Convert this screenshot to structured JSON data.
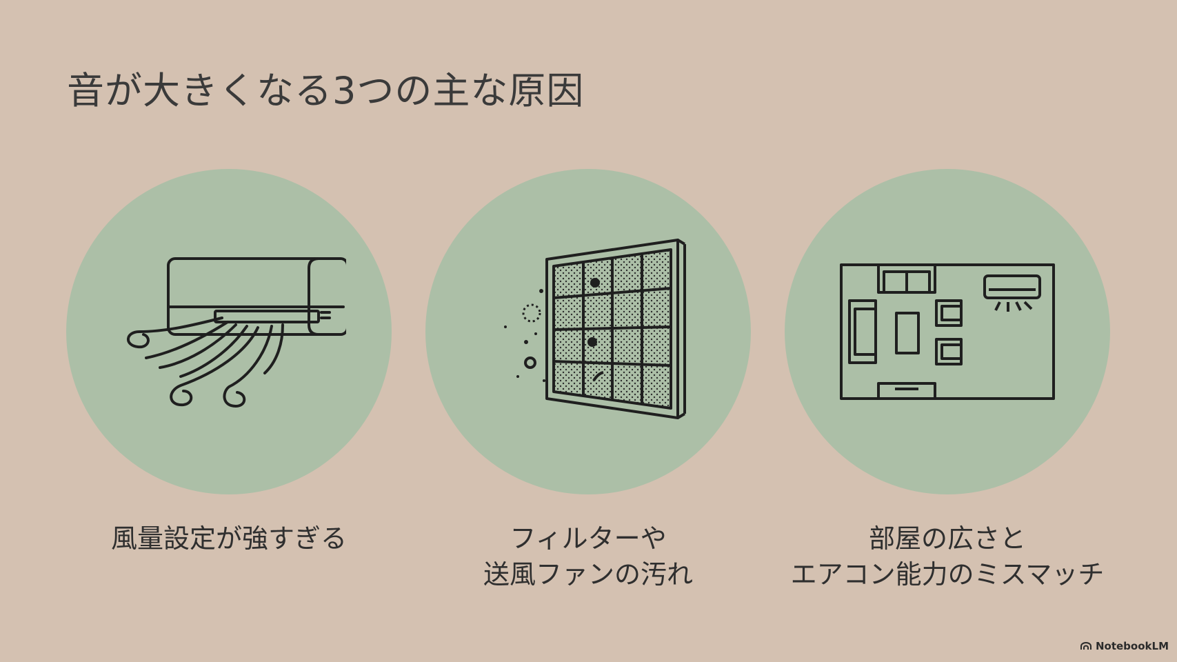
{
  "slide": {
    "title": "音が大きくなる3つの主な原因"
  },
  "causes": [
    {
      "icon": "air-conditioner-wind-icon",
      "lines": [
        "風量設定が強すぎる"
      ]
    },
    {
      "icon": "dirty-filter-icon",
      "lines": [
        "フィルターや",
        "送風ファンの汚れ"
      ]
    },
    {
      "icon": "room-floorplan-icon",
      "lines": [
        "部屋の広さと",
        "エアコン能力のミスマッチ"
      ]
    }
  ],
  "brand": {
    "label": "NotebookLM",
    "icon": "notebooklm-logo-icon"
  },
  "colors": {
    "background": "#d4c1b1",
    "circle": "#acbfa7",
    "line": "#1f1f1f"
  }
}
